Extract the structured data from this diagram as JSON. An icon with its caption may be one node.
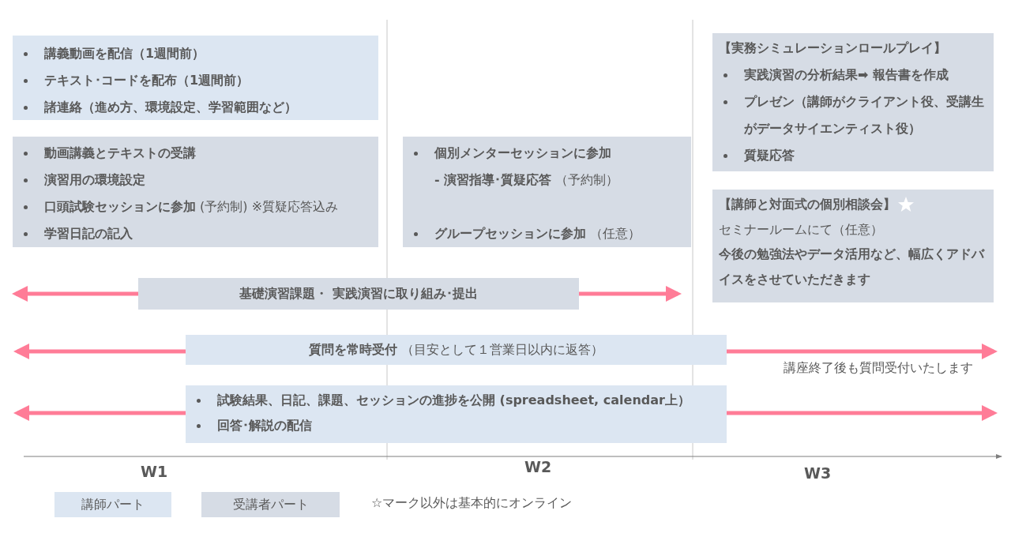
{
  "diagram": {
    "nodes": [
      {
        "text": [
          "講義動画を配信（1週間前）",
          "テキスト･コードを配布（1週間前）",
          "諸連絡（進め方、環境設定、学習範囲など）"
        ]
      },
      {
        "text": [
          "動画講義とテキストの受講",
          "演習用の環境設定",
          "**口頭試験セッションに参加** (予約制) ※質疑応答込み",
          "学習日記の記入"
        ]
      },
      {
        "text": [
          "個別メンターセッションに参加",
          "**- 演習指導･質疑応答** （予約制）",
          "**グループセッションに参加** （任意）"
        ]
      },
      {
        "text": [
          "【実務シミュレーションロールプレイ】",
          "実践演習の分析結果➡ 報告書を作成",
          "プレゼン（講師がクライアント役、受講生がデータサイエンティスト役）",
          "質疑応答"
        ]
      },
      {
        "text": [
          "【講師と対面式の個別相談会】",
          "セミナールームにて（任意）",
          "今後の勉強法やデータ活用など、幅広くアドバイスをさせていただきます"
        ]
      },
      {
        "text": [
          "基礎演習課題・ 実践演習に取り組み･提出"
        ]
      },
      {
        "text": [
          "**質問を常時受付** （目安として１営業日以内に返答）"
        ]
      },
      {
        "text": [
          "試験結果、日記、課題、セッションの進捗を公開 (spreadsheet, calendar上）",
          "回答･解説の配信"
        ]
      }
    ],
    "edges": [
      {
        "from": 5,
        "to": null,
        "arrow": "to"
      },
      {
        "from": 5,
        "to": null,
        "arrow": "to"
      },
      {
        "from": 6,
        "to": null,
        "arrow": "to"
      },
      {
        "from": 6,
        "to": null,
        "arrow": "to"
      },
      {
        "from": 7,
        "to": null,
        "arrow": "to"
      },
      {
        "from": 7,
        "to": null,
        "arrow": "to"
      }
    ],
    "labels": [
      "講座終了後も質問受付いたします",
      "W1",
      "W2",
      "W3",
      "☆マーク以外は基本的にオンライン"
    ],
    "legend": [
      {
        "text": "講師パート",
        "color": "#dce6f2"
      },
      {
        "text": "受講者パート",
        "color": "#d6dce5"
      }
    ]
  }
}
